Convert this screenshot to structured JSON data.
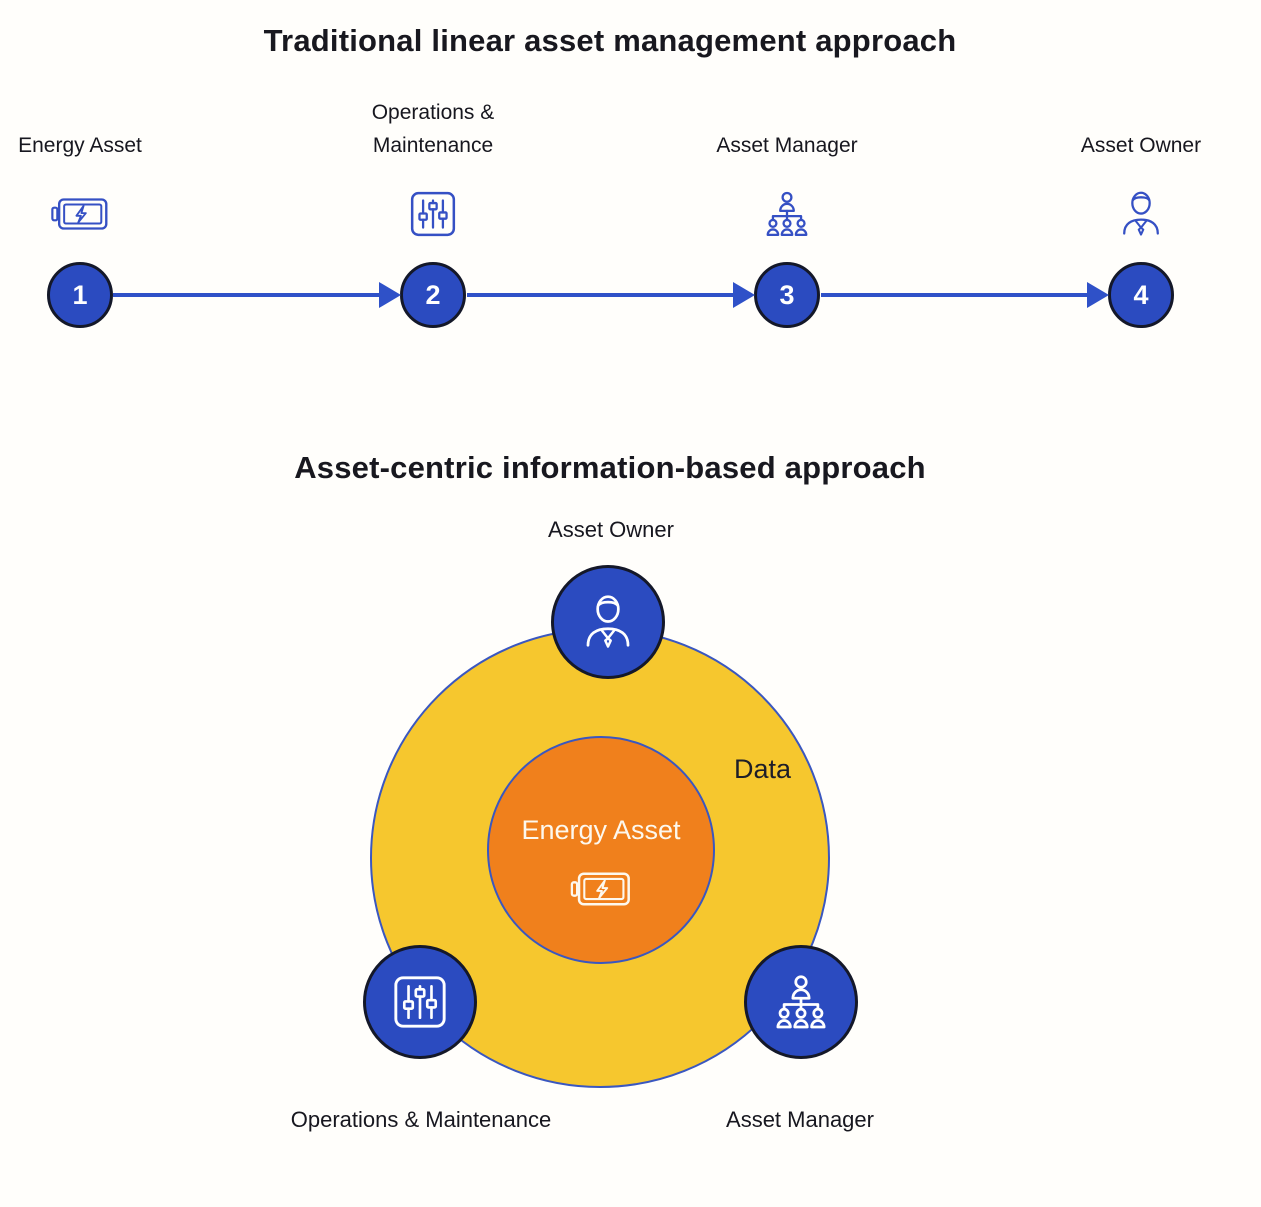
{
  "colors": {
    "background": "#FFFEFB",
    "royal_blue_fill": "#2B4BC0",
    "dark_navy_border": "#141829",
    "outline_icon_blue": "#3550C4",
    "arrow_blue": "#2F51C8",
    "ring_yellow": "#F6C72E",
    "core_orange": "#F0801C",
    "circle_outline_blue": "#3A57C0",
    "text_dark": "#18181F",
    "text_light": "#FDF8EE"
  },
  "linear_section": {
    "title": "Traditional linear asset management approach",
    "stages": [
      {
        "number": "1",
        "label": "Energy Asset",
        "icon": "battery-icon"
      },
      {
        "number": "2",
        "label": "Operations & Maintenance",
        "icon": "sliders-icon"
      },
      {
        "number": "3",
        "label": "Asset Manager",
        "icon": "org-chart-icon"
      },
      {
        "number": "4",
        "label": "Asset Owner",
        "icon": "person-icon"
      }
    ]
  },
  "centric_section": {
    "title": "Asset-centric information-based approach",
    "ring_label": "Data",
    "center_label": "Energy Asset",
    "center_icon": "battery-icon",
    "nodes": [
      {
        "position": "top",
        "label": "Asset Owner",
        "icon": "person-icon"
      },
      {
        "position": "bottom-left",
        "label": "Operations & Maintenance",
        "icon": "sliders-icon"
      },
      {
        "position": "bottom-right",
        "label": "Asset Manager",
        "icon": "org-chart-icon"
      }
    ]
  }
}
